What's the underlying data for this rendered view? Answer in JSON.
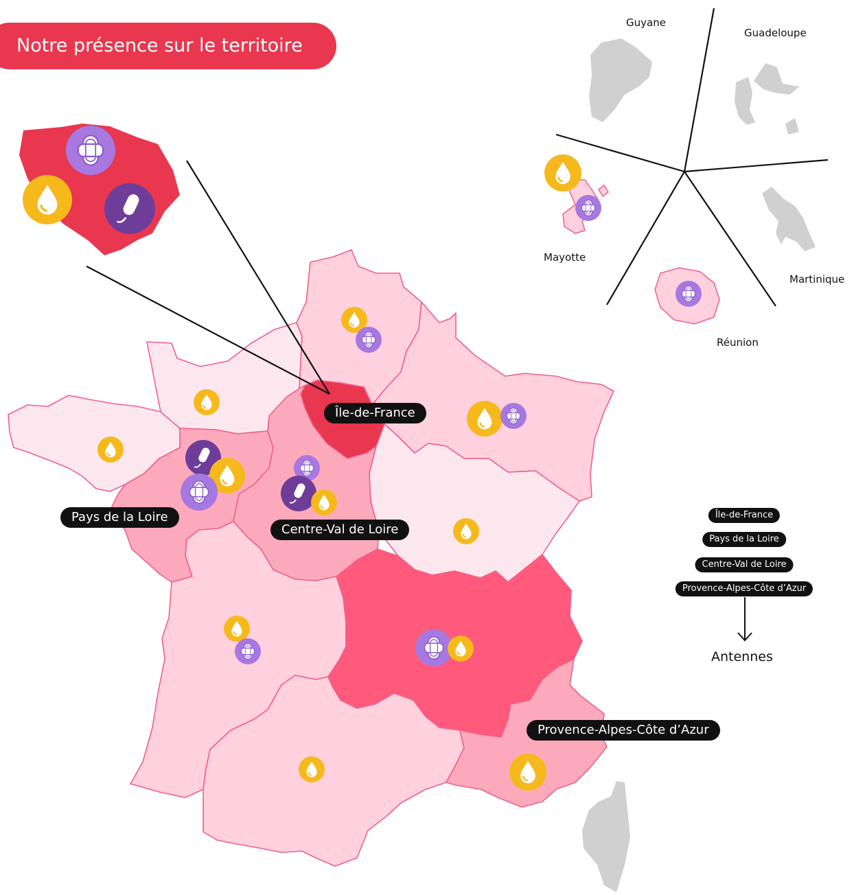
{
  "title": "Notre présence sur le territoire",
  "colors": {
    "title_bg": "#e8374f",
    "region_light": "#fde7ef",
    "region_mid": "#ffd0dd",
    "region_strong": "#fcaabb",
    "region_hot": "#ff5a7c",
    "region_idf": "#e8374f",
    "region_stroke": "#f0608a",
    "dom_grey": "#d0d0d0",
    "icon_drop": "#f6b91c",
    "icon_pad": "#a778e0",
    "icon_tampon": "#6e3d9a",
    "label_bg": "#111111"
  },
  "icon_legend_semantics": [
    "drop-icon",
    "sanitary-pad-icon",
    "tampon-icon"
  ],
  "region_labels": {
    "idf": "Île-de-France",
    "pdl": "Pays de la Loire",
    "cvl": "Centre-Val de Loire",
    "paca": "Provence-Alpes-Côte d’Azur"
  },
  "overseas": {
    "guyane": "Guyane",
    "guadeloupe": "Guadeloupe",
    "mayotte": "Mayotte",
    "martinique": "Martinique",
    "reunion": "Réunion"
  },
  "legend": {
    "items": [
      "Île-de-France",
      "Pays de la Loire",
      "Centre-Val de Loire",
      "Provence-Alpes-Côte d’Azur"
    ],
    "result": "Antennes"
  },
  "regions": [
    {
      "name": "hauts-de-france",
      "icons": [
        "drop",
        "pad"
      ]
    },
    {
      "name": "normandie",
      "icons": [
        "drop"
      ]
    },
    {
      "name": "bretagne",
      "icons": [
        "drop"
      ]
    },
    {
      "name": "grand-est",
      "icons": [
        "drop",
        "pad"
      ]
    },
    {
      "name": "ile-de-france",
      "icons": [
        "drop",
        "pad",
        "tampon"
      ]
    },
    {
      "name": "pays-de-la-loire",
      "icons": [
        "tampon",
        "drop",
        "pad"
      ]
    },
    {
      "name": "centre-val-de-loire",
      "icons": [
        "pad",
        "tampon",
        "drop"
      ]
    },
    {
      "name": "bourgogne-franche-comte",
      "icons": [
        "drop"
      ]
    },
    {
      "name": "nouvelle-aquitaine",
      "icons": [
        "drop",
        "pad"
      ]
    },
    {
      "name": "auvergne-rhone-alpes",
      "icons": [
        "pad",
        "drop"
      ]
    },
    {
      "name": "occitanie",
      "icons": [
        "drop"
      ]
    },
    {
      "name": "provence-alpes-cote-d-azur",
      "icons": [
        "drop"
      ]
    },
    {
      "name": "mayotte",
      "icons": [
        "drop",
        "pad"
      ]
    },
    {
      "name": "reunion",
      "icons": [
        "pad"
      ]
    }
  ]
}
